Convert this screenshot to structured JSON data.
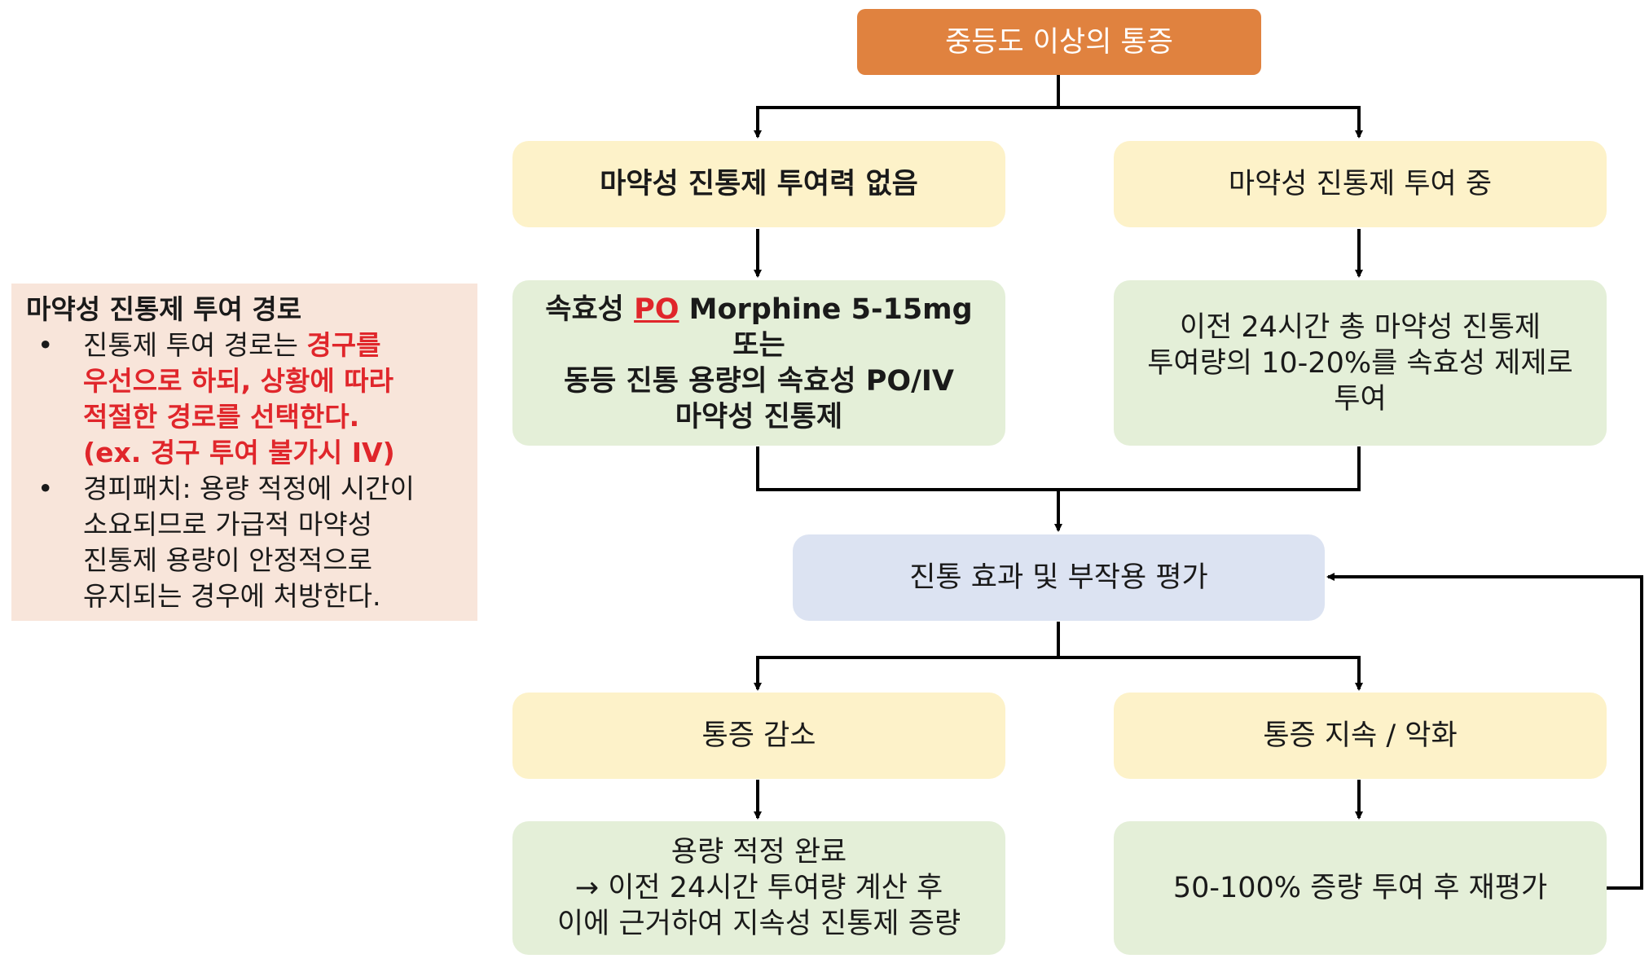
{
  "flow": {
    "start": "중등도 이상의 통증",
    "no_history": "마약성 진통제 투여력 없음",
    "on_opioid": "마약성 진통제 투여 중",
    "no_history_action": {
      "pre": "속효성 ",
      "po": "PO",
      "post": " Morphine 5-15mg",
      "line2": "또는",
      "line3": "동등 진통 용량의 속효성 PO/IV",
      "line4": "마약성 진통제"
    },
    "on_opioid_action": [
      "이전 24시간 총 마약성 진통제",
      "투여량의 10-20%를 속효성 제제로",
      "투여"
    ],
    "evaluate": "진통 효과 및 부작용 평가",
    "decrease": "통증 감소",
    "persist": "통증 지속 / 악화",
    "decrease_action": [
      "용량 적정 완료",
      "→ 이전 24시간 투여량 계산 후",
      "이에 근거하여 지속성 진통제 증량"
    ],
    "persist_action": "50-100% 증량 투여 후 재평가"
  },
  "note": {
    "title": "마약성 진통제 투여 경로",
    "bullet1_normal": "진통제 투여 경로는 ",
    "bullet1_red": [
      "경구를",
      "우선으로 하되, 상황에 따라",
      "적절한 경로를 선택한다.",
      "(ex. 경구 투여 불가시 IV)"
    ],
    "bullet2": [
      "경피패치: 용량 적정에 시간이",
      "소요되므로 가급적 마약성",
      "진통제 용량이 안정적으로",
      "유지되는 경우에 처방한다."
    ],
    "bullet_symbol": "•"
  }
}
